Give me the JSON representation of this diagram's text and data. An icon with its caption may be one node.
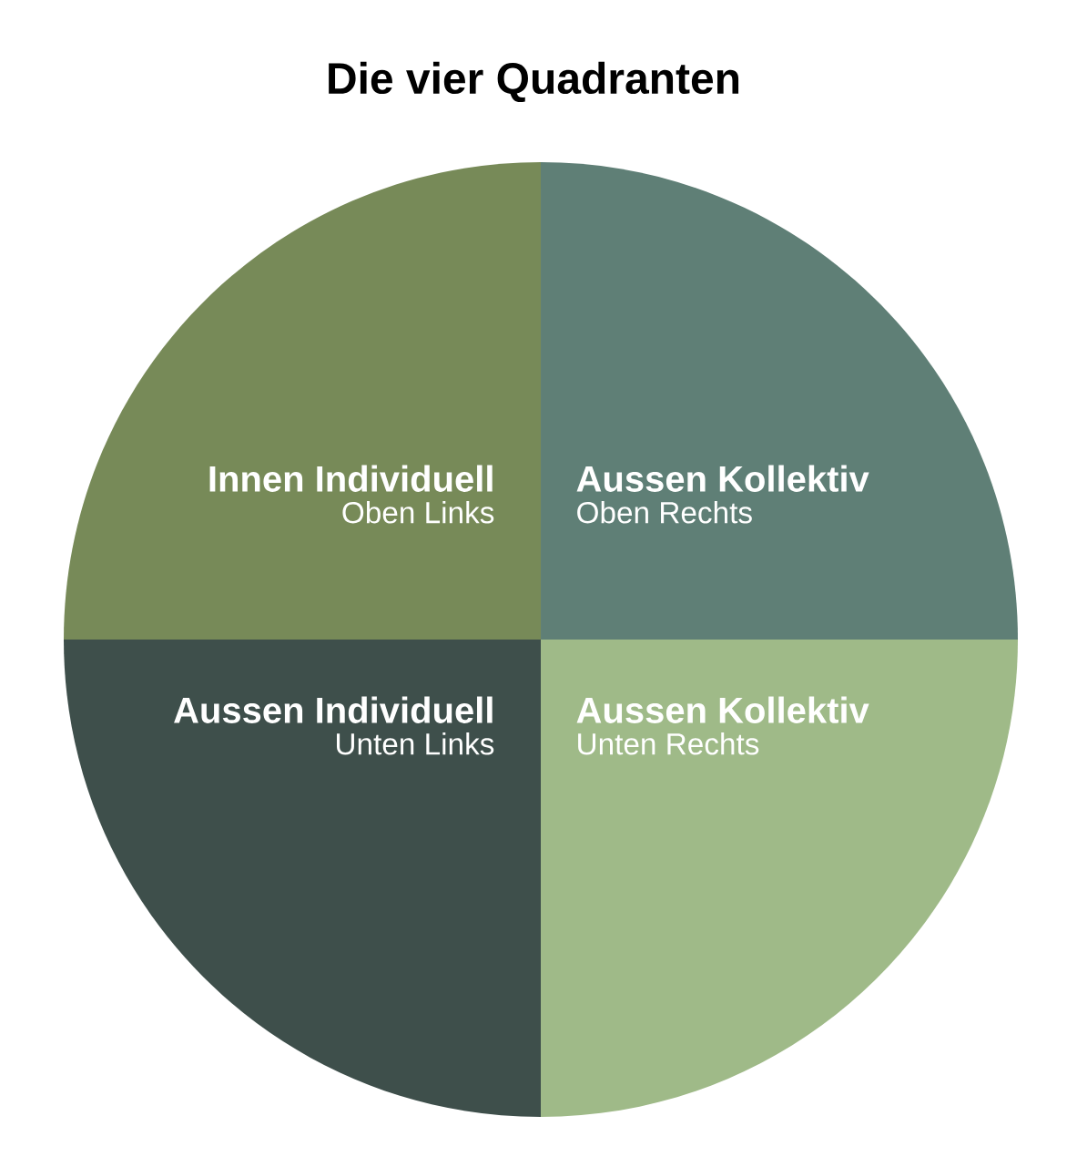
{
  "diagram": {
    "title": "Die vier Quadranten",
    "nodes": [
      {
        "text": [
          "Innen Individuell",
          "Oben Links"
        ]
      },
      {
        "text": [
          "Aussen Kollektiv",
          "Oben Rechts"
        ]
      },
      {
        "text": [
          "Aussen Individuell",
          "Unten Links"
        ]
      },
      {
        "text": [
          "Aussen Kollektiv",
          "Unten Rechts"
        ]
      }
    ]
  }
}
